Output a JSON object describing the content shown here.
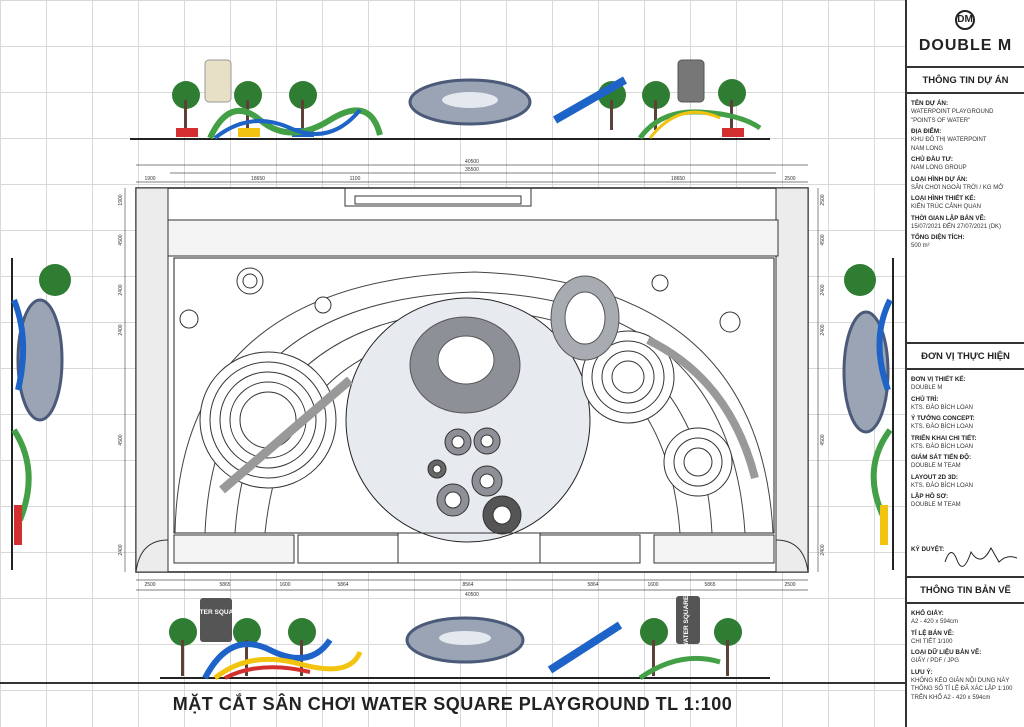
{
  "title": "MẶT CẮT SÂN CHƠI WATER SQUARE PLAYGROUND TL 1:100",
  "logo": {
    "mark": "DM",
    "name": "DOUBLE M"
  },
  "project_info": {
    "heading": "THÔNG TIN DỰ ÁN",
    "fields": [
      {
        "label": "TÊN DỰ ÁN:",
        "values": [
          "WATERPOINT PLAYGROUND",
          "\"POINTS OF WATER\""
        ]
      },
      {
        "label": "ĐỊA ĐIỂM:",
        "values": [
          "KHU ĐÔ THỊ WATERPOINT",
          "NAM LONG"
        ]
      },
      {
        "label": "CHỦ ĐẦU TƯ:",
        "values": [
          "NAM LONG GROUP"
        ]
      },
      {
        "label": "LOẠI HÌNH DỰ ÁN:",
        "values": [
          "SÂN CHƠI NGOÀI TRỜI / KG MỞ"
        ]
      },
      {
        "label": "LOẠI HÌNH THIẾT KẾ:",
        "values": [
          "KIẾN TRÚC CẢNH QUAN"
        ]
      },
      {
        "label": "THỜI GIAN LẬP BẢN VẼ:",
        "values": [
          "15/07/2021 ĐẾN 27/07/2021 (DK)"
        ]
      },
      {
        "label": "TỔNG DIỆN TÍCH:",
        "values": [
          "500 m²"
        ]
      }
    ]
  },
  "executor": {
    "heading": "ĐƠN VỊ THỰC HIỆN",
    "fields": [
      {
        "label": "ĐƠN VỊ THIẾT KẾ:",
        "values": [
          "DOUBLE M"
        ]
      },
      {
        "label": "CHỦ TRÌ:",
        "values": [
          "KTS. ĐÀO BÍCH LOAN"
        ]
      },
      {
        "label": "Ý TƯỞNG CONCEPT:",
        "values": [
          "KTS. ĐÀO BÍCH LOAN"
        ]
      },
      {
        "label": "TRIỂN KHAI CHI TIẾT:",
        "values": [
          "KTS. ĐÀO BÍCH LOAN"
        ]
      },
      {
        "label": "GIÁM SÁT TIẾN ĐỘ:",
        "values": [
          "DOUBLE M TEAM"
        ]
      },
      {
        "label": "LAYOUT 2D 3D:",
        "values": [
          "KTS. ĐÀO BÍCH LOAN"
        ]
      },
      {
        "label": "LẬP HỒ SƠ:",
        "values": [
          "DOUBLE M TEAM"
        ]
      }
    ],
    "sign_label": "KÝ DUYỆT:"
  },
  "drawing_info": {
    "heading": "THÔNG TIN BẢN VẼ",
    "fields": [
      {
        "label": "KHỔ GIẤY:",
        "values": [
          "A2 - 420 x 594cm"
        ]
      },
      {
        "label": "TỈ LỆ BẢN VẼ:",
        "values": [
          "CHI TIẾT 1/100"
        ]
      },
      {
        "label": "LOẠI DỮ LIỆU BẢN VẼ:",
        "values": [
          "GIẤY / PDF / JPG"
        ]
      },
      {
        "label": "LƯU Ý:",
        "values": [
          "KHÔNG KÉO GIÃN NỘI DUNG NÀY",
          "THÔNG SỐ TỈ LỆ ĐÃ XÁC LẬP 1:100",
          "TRÊN KHỔ A2 - 420 x 594cm"
        ]
      }
    ]
  },
  "elevation_labels": [
    "WATER SQUARE",
    "WATER SQUARE"
  ],
  "dims": {
    "top_total": "40500",
    "top_mid": "35500",
    "top_row": [
      "1900",
      "18650",
      "1100",
      "18650",
      "2500"
    ],
    "bottom_total": "40500",
    "bottom_row": [
      "2500",
      "5865",
      "1600",
      "5864",
      "8564",
      "5864",
      "1600",
      "5865",
      "2500"
    ],
    "left_col": [
      "1900",
      "4500",
      "2400",
      "2400",
      "4500",
      "2400"
    ],
    "right_col": [
      "2500",
      "4500",
      "2400",
      "2400",
      "4500",
      "2400"
    ]
  },
  "colors": {
    "ink": "#333333",
    "grid": "#d8d8d8",
    "water": "#b7bcc4",
    "tree": "#2e7d32",
    "slide_blue": "#1e63c8",
    "slide_green": "#43a047",
    "slide_yellow": "#f2c40f",
    "slide_red": "#d32f2f"
  }
}
